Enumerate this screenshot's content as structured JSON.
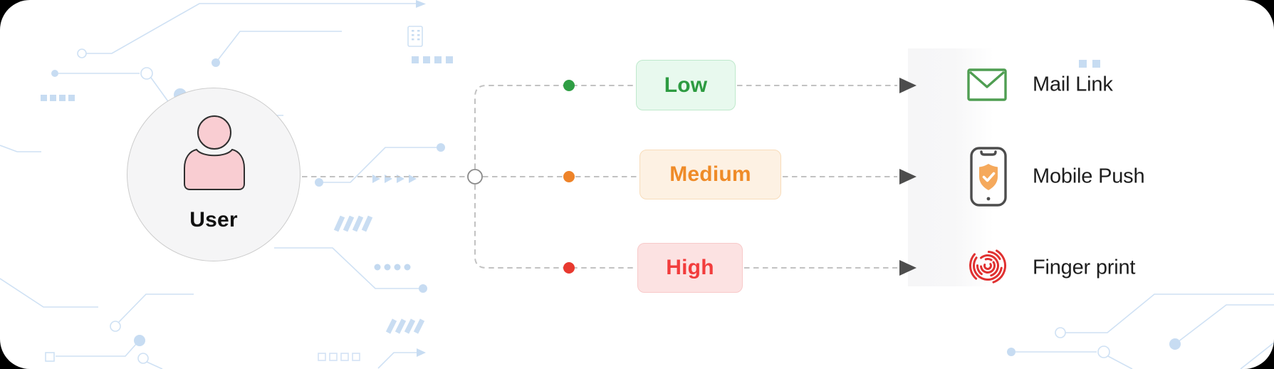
{
  "diagram": {
    "user": {
      "label": "User"
    },
    "risk_levels": [
      {
        "label": "Low",
        "text_color": "#2d9b41",
        "bg": "#e8f9ee",
        "border": "#bfe9cc",
        "dot": "#2f9e44"
      },
      {
        "label": "Medium",
        "text_color": "#ef8b28",
        "bg": "#fdf1e3",
        "border": "#f8dcba",
        "dot": "#ee8329"
      },
      {
        "label": "High",
        "text_color": "#f23c3c",
        "bg": "#fce2e2",
        "border": "#f8caca",
        "dot": "#e8392f"
      }
    ],
    "methods": [
      {
        "label": "Mail Link",
        "icon": "mail-icon"
      },
      {
        "label": "Mobile Push",
        "icon": "shield-phone-icon"
      },
      {
        "label": "Finger print",
        "icon": "fingerprint-icon"
      }
    ]
  },
  "colors": {
    "mail_green": "#4f9e52",
    "phone_gray": "#4d4d4d",
    "shield_orange": "#f5a95c",
    "fingerprint_red": "#e03131",
    "arrow_gray": "#4d4d4d",
    "person_pink": "#f9cdd2",
    "circuit_blue": "#cfe1f4"
  }
}
